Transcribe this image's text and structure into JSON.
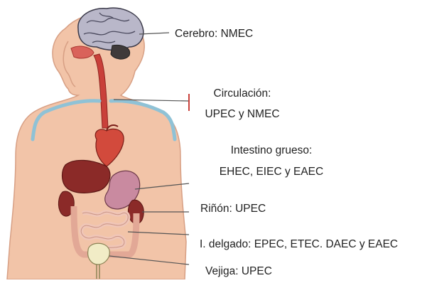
{
  "labels": {
    "cerebro": "Cerebro: NMEC",
    "circulacion_1": "Circulación:",
    "circulacion_2": "UPEC y NMEC",
    "intestino_1": "Intestino grueso:",
    "intestino_2": "EHEC, EIEC y EAEC",
    "rinon": "Riñón: UPEC",
    "delgado": "I. delgado: EPEC, ETEC. DAEC y EAEC",
    "vejiga": "Vejiga: UPEC"
  },
  "colors": {
    "skin": "#f2c4a8",
    "skin_outline": "#d79f84",
    "brain": "#b9b7c9",
    "vessel": "#c9403a",
    "liver": "#8b2a28",
    "intestine": "#f0c6b8",
    "bladder": "#f1ecc6",
    "clavicle": "#8fc2d6",
    "leader_line": "#555555"
  }
}
